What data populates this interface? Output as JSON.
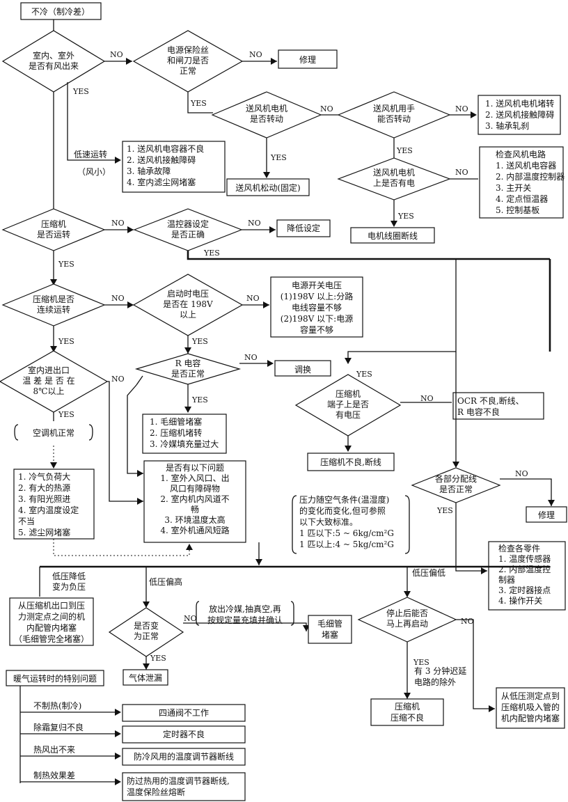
{
  "title": "不冷（制冷差）",
  "yes": "YES",
  "no": "NO",
  "d_fan_out": [
    "室内、室外",
    "是否有风出来"
  ],
  "d_fuse": [
    "电源保险丝",
    "和闸刀是否",
    "正常"
  ],
  "repair": "修理",
  "d_fan_motor_turn": [
    "送风机电机",
    "是否转动"
  ],
  "d_fan_hand_turn": [
    "送风机用手",
    "能否转动"
  ],
  "box_fan_jam": [
    "1. 送风机电机堵转",
    "2. 送风机接触障碍",
    "3. 轴承轧刹"
  ],
  "low_speed": "低速运转",
  "weak_wind": "（风小）",
  "box_low_speed": [
    "1. 送风机电容器不良",
    "2. 送风机接触障碍",
    "3. 轴承故障",
    "4. 室内滤尘网堵塞"
  ],
  "fan_loose": "送风机松动(固定)",
  "d_fan_power": [
    "送风机电机",
    "上是否有电"
  ],
  "box_check_fan": [
    "检查风机电路",
    "1. 送风机电容器",
    "2. 内部温度控制器",
    "3. 主开关",
    "4. 定点恒温器",
    "5. 控制基板"
  ],
  "coil_broken": "电机线圈断线",
  "d_comp_run": [
    "压缩机",
    "是否运转"
  ],
  "d_thermo": [
    "温控器设定",
    "是否正确"
  ],
  "lower_setting": "降低设定",
  "d_comp_cont": [
    "压缩机是否",
    "连续运转"
  ],
  "d_start_v": [
    "启动时电压",
    "是否在 198V",
    "以上"
  ],
  "box_voltage": [
    "电源开关电压",
    "(1)198V 以上:分路",
    "电线容量不够",
    "(2)198V 以下:电源",
    "容量不够"
  ],
  "d_r_cap": [
    "R 电容",
    "是否正常"
  ],
  "replace": "调换",
  "d_temp_diff": [
    "室内进出口",
    "温 差 是 否 在",
    "8℃以上"
  ],
  "ac_normal": "空调机正常",
  "box_cap_block": [
    "1. 毛细管堵塞",
    "2. 压缩机堵转",
    "3. 冷媒填充量过大"
  ],
  "d_comp_term": [
    "压缩机",
    "端子上是否",
    "有电压"
  ],
  "box_ocr": [
    "OCR 不良,断线、",
    "R 电容不良"
  ],
  "comp_bad_broken": "压缩机不良,断线",
  "box_problems": [
    "是否有以下问题",
    "1. 室外入风口、出",
    "风口有障碍物",
    "2. 室内机内风道不",
    "畅",
    "3. 环境温度太高",
    "4. 室外机通风短路"
  ],
  "box_cold_load": [
    "1. 冷气负荷大",
    "2. 有大的热源",
    "3. 有阳光照进",
    "4. 室内温度设定",
    "不当",
    "5. 滤尘网堵塞"
  ],
  "pressure_note": [
    "压力随空气条件(温湿度)",
    "的变化而变化,但可参照",
    "以下大致标准。",
    "1 匹以下:5 ~ 6kg/cm²G",
    "1 匹以上:4 ~ 5kg/cm²G"
  ],
  "d_dist": [
    "各部分配线",
    "是否正常"
  ],
  "box_check_parts": [
    "检查各零件",
    "1. 温度传感器",
    "2. 内部温度控",
    "制器",
    "3. 定时器接点",
    "4. 操作开关"
  ],
  "low_neg": [
    "低压降低",
    "变为负压"
  ],
  "low_high": "低压偏高",
  "low_low": "低压偏低",
  "box_cap_full": [
    "从压缩机出口到压",
    "力测定点之间的机",
    "内配管内堵塞",
    "（毛细管完全堵塞）"
  ],
  "d_change": [
    "是否变",
    "为正常"
  ],
  "recharge": [
    "放出冷媒,抽真空,再",
    "按规定量充填并确认"
  ],
  "cap_block": [
    "毛细管",
    "堵塞"
  ],
  "d_restart": [
    "停止后能否",
    "马上再启动"
  ],
  "delay_note": [
    "有 3 分钟迟延",
    "电路的除外"
  ],
  "gas_leak": "气体泄漏",
  "comp_poor": [
    "压缩机",
    "压缩不良"
  ],
  "box_suction": [
    "从低压测定点到",
    "压缩机吸入管的",
    "机内配管内堵塞"
  ],
  "heating_title": "暖气运转时的特别问题",
  "heat_rows": [
    {
      "label": "不制热(制冷)",
      "result": [
        "四通阀不工作"
      ]
    },
    {
      "label": "除霜复归不良",
      "result": [
        "定时器不良"
      ]
    },
    {
      "label": "热风出不来",
      "result": [
        "防冷风用的温度调节器断线"
      ]
    },
    {
      "label": "制热效果差",
      "result": [
        "防过热用的温度调节器断线,",
        "温度保险丝熔断"
      ]
    }
  ]
}
